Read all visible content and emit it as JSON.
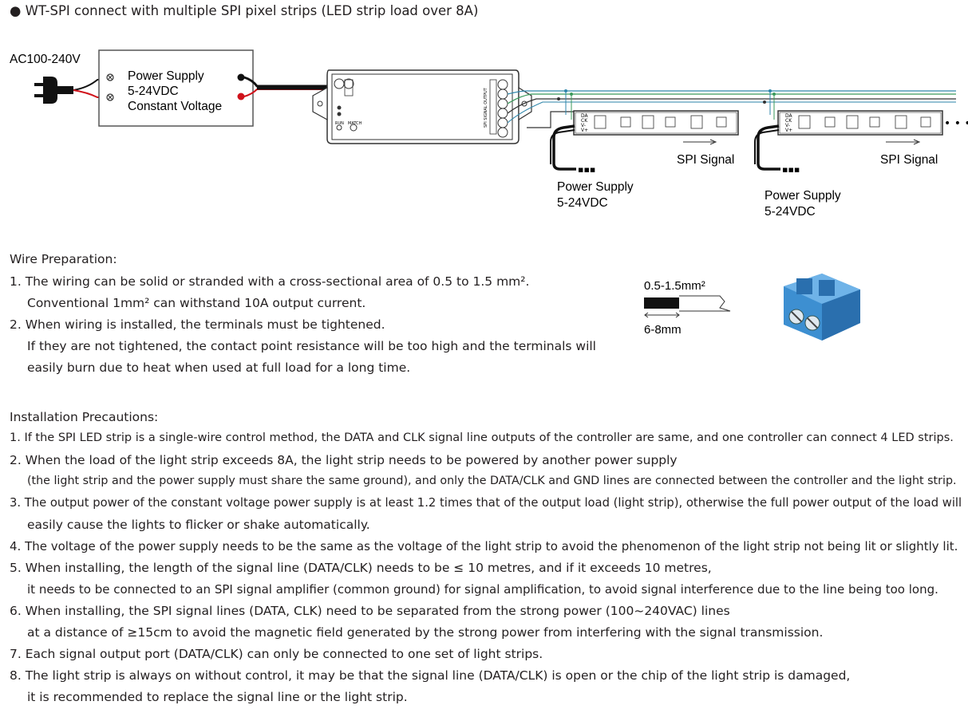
{
  "title": "● WT-SPI connect with multiple SPI pixel strips (LED strip load over 8A)",
  "diagram": {
    "ac_label": "AC100-240V",
    "psu_line1": "Power Supply",
    "psu_line2": "5-24VDC",
    "psu_line3": "Constant Voltage",
    "controller_side_text": "SPI SIGNAL OUTPUT",
    "controller_led_labels": [
      "RUN",
      "MATCH"
    ],
    "strip_pins": [
      "DA",
      "CK",
      "V-",
      "V+"
    ],
    "spi_signal_1": "SPI Signal",
    "spi_signal_2": "SPI Signal",
    "strip_psu_1_line1": "Power Supply",
    "strip_psu_1_line2": "5-24VDC",
    "strip_psu_2_line1": "Power Supply",
    "strip_psu_2_line2": "5-24VDC",
    "ellipsis": "• • •"
  },
  "wire_spec": {
    "cross_section": "0.5-1.5mm²",
    "strip_length": "6-8mm"
  },
  "wire_preparation": {
    "heading": "Wire Preparation:",
    "lines": [
      "1. The wiring can be solid or stranded with a cross-sectional area of 0.5 to 1.5 mm².",
      "Conventional 1mm² can withstand 10A output current.",
      "2. When wiring is installed, the terminals must be tightened.",
      "If they are not tightened, the contact point resistance will be too high and the terminals will",
      "easily burn due to heat when used at full load for a long time."
    ]
  },
  "installation": {
    "heading": "Installation Precautions:",
    "lines": [
      "1. If the SPI LED strip is a single-wire control method, the DATA and CLK signal line outputs of the controller are same, and one controller can connect 4 LED strips.",
      "2. When the load of the light strip exceeds 8A, the light strip needs to be powered by another power supply",
      "(the light strip and the power supply must share the same ground), and only the DATA/CLK and GND lines are connected between the controller and the light strip.",
      "3. The output power of the constant voltage power supply is at least 1.2 times that of the output load (light strip), otherwise the full power output of the load will",
      "easily cause the lights to flicker or shake automatically.",
      "4. The voltage of the power supply needs to be the same as the voltage of the light strip to avoid the phenomenon of the light strip not being lit or slightly lit.",
      "5. When installing, the length of the signal line (DATA/CLK) needs to be ≤ 10 metres, and if it exceeds 10 metres,",
      "it needs to be connected to an SPI signal amplifier (common ground) for signal amplification, to avoid signal interference due to the line being too long.",
      "6. When installing, the SPI signal lines (DATA, CLK) need to be separated from the strong power (100~240VAC) lines",
      "at a distance of ≥15cm to avoid the magnetic field generated by the strong power from interfering with the signal transmission.",
      "7. Each signal output port (DATA/CLK) can only be connected to one set of light strips.",
      "8. The light strip is always on without control, it may be that the signal line (DATA/CLK) is open or the chip of the light strip is damaged,",
      "it is recommended to replace the signal line or the light strip."
    ]
  },
  "colors": {
    "wire_blue": "#2e86ab",
    "wire_green": "#3a9a5b",
    "wire_red": "#d0121b",
    "terminal_blue": "#3d8fd1",
    "text": "#231f20"
  }
}
